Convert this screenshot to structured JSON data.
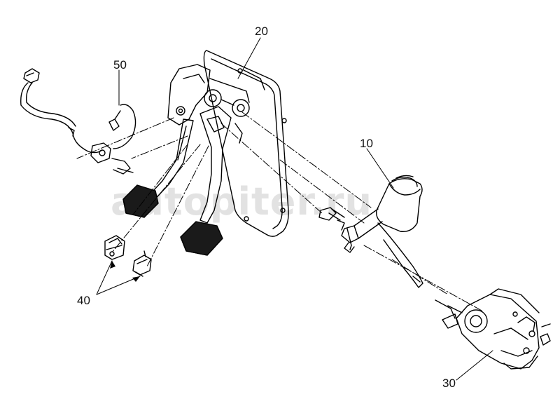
{
  "diagram": {
    "callouts": {
      "part_10": "10",
      "part_20": "20",
      "part_30": "30",
      "part_40": "40",
      "part_50": "50"
    },
    "watermark": "autopiter.ru",
    "line_color": "#000000",
    "background_color": "#ffffff"
  }
}
